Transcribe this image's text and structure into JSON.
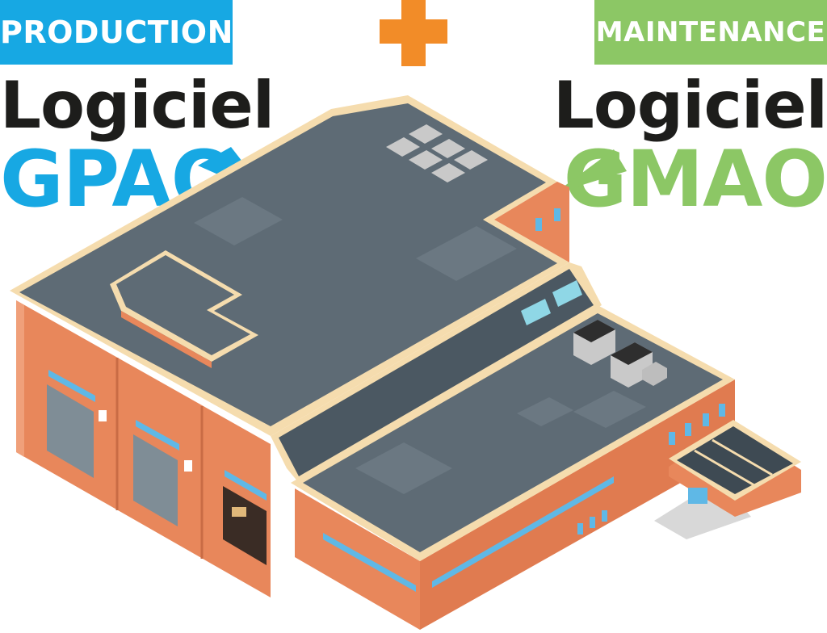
{
  "production": {
    "badge": "PRODUCTION",
    "heading": "Logiciel",
    "acronym": "GPAO"
  },
  "maintenance": {
    "badge": "MAINTENANCE",
    "heading": "Logiciel",
    "acronym": "GMAO"
  },
  "colors": {
    "production_blue": "#17a8e3",
    "maintenance_green": "#8cc765",
    "plus_orange": "#f28c28",
    "heading_black": "#1d1d1b",
    "wall_orange": "#e8875b",
    "roof_slate": "#5e6b75",
    "roof_edge": "#f5dcae"
  },
  "icons": {
    "plus": "plus-icon",
    "pointer_left": "callout-pointer-icon",
    "pointer_right": "callout-pointer-icon"
  }
}
